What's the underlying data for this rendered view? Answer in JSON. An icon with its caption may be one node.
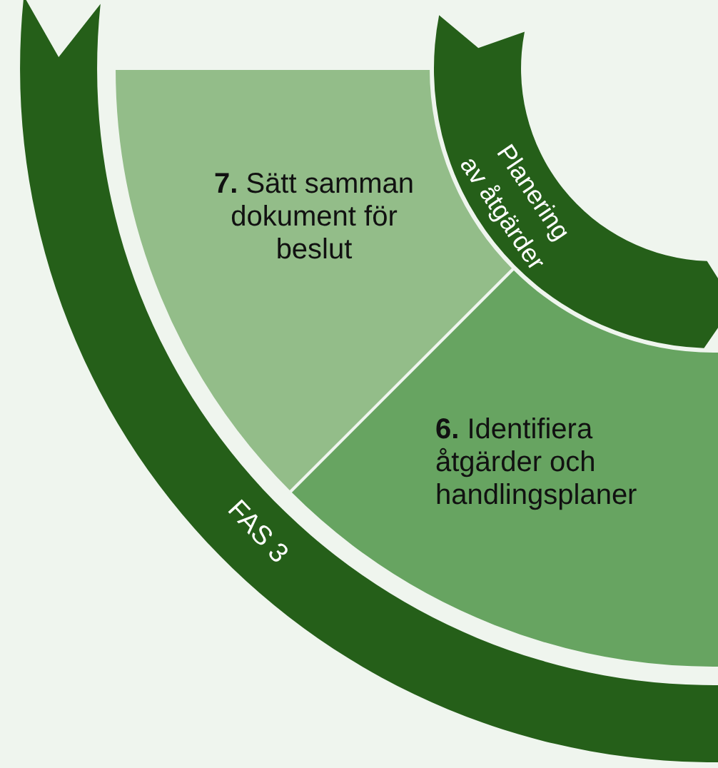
{
  "diagram": {
    "nodes": [
      {
        "text": [
          "FAS 3"
        ]
      },
      {
        "text": [
          "Planering av åtgärder"
        ]
      },
      {
        "text": [
          "**7.** Sätt samman dokument för beslut"
        ]
      },
      {
        "text": [
          "**6.** Identifiera åtgärder och handlingsplaner"
        ]
      }
    ]
  }
}
